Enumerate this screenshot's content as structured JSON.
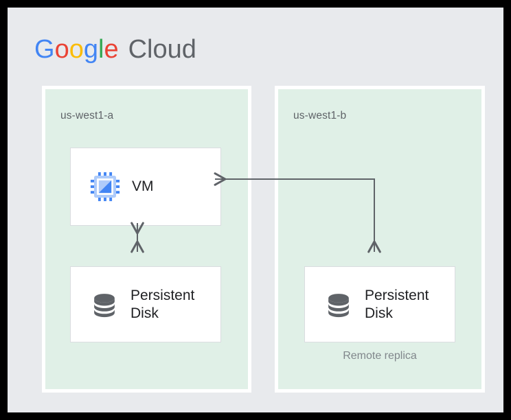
{
  "brand": {
    "logo_google_letters": [
      "G",
      "o",
      "o",
      "g",
      "l",
      "e"
    ],
    "logo_google_text": "Google",
    "logo_cloud_text": "Cloud",
    "colors": {
      "blue": "#4285F4",
      "red": "#EA4335",
      "yellow": "#FBBC05",
      "green": "#34A853",
      "gray": "#5F6368"
    }
  },
  "diagram": {
    "type": "architecture",
    "canvas_background": "#E8EAED",
    "zone_background": "#E0F0E7",
    "zones": [
      {
        "id": "us-west1-a",
        "label": "us-west1-a",
        "resources": [
          {
            "id": "vm",
            "label": "VM",
            "icon": "cpu-chip-icon"
          },
          {
            "id": "persistent-disk-primary",
            "label": "Persistent\nDisk",
            "icon": "database-disk-icon"
          }
        ]
      },
      {
        "id": "us-west1-b",
        "label": "us-west1-b",
        "resources": [
          {
            "id": "persistent-disk-replica",
            "label": "Persistent\nDisk",
            "icon": "database-disk-icon",
            "caption": "Remote replica"
          }
        ]
      }
    ],
    "connectors": [
      {
        "id": "vm-to-disk",
        "from": "vm",
        "to": "persistent-disk-primary",
        "style": "double-headed-vertical-arrow",
        "color": "#5F6368"
      },
      {
        "id": "replica-to-vm",
        "from": "persistent-disk-replica",
        "to": "vm",
        "style": "elbow-double-arrow",
        "color": "#5F6368"
      }
    ],
    "replica_caption": "Remote replica"
  }
}
